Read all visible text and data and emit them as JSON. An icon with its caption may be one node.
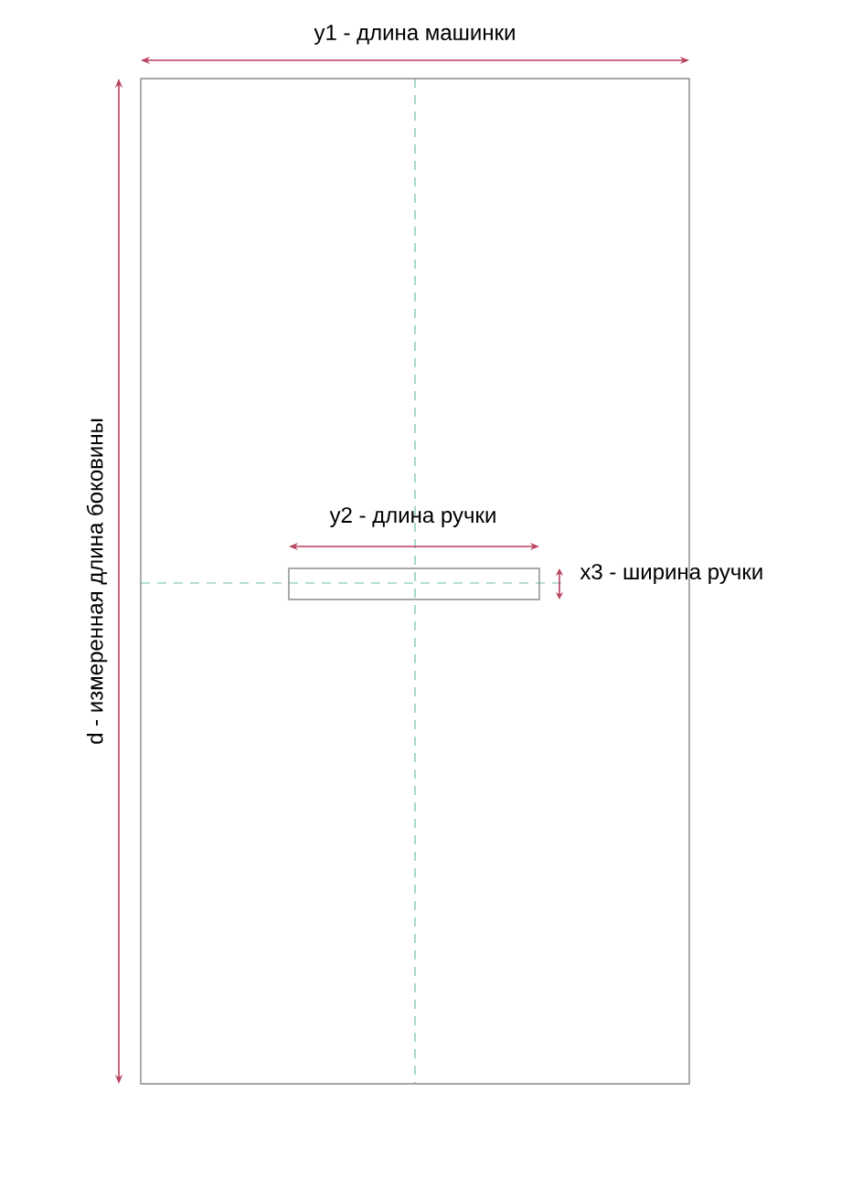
{
  "diagram": {
    "nodes": [
      {
        "text": [],
        "shape": "box"
      },
      {
        "text": [],
        "shape": "box",
        "in": 0
      }
    ],
    "labels": [
      "y1 - длина машинки",
      "y2 - длина ручки",
      "x3 - ширина ручки",
      "d - измеренная длина боковины"
    ]
  }
}
